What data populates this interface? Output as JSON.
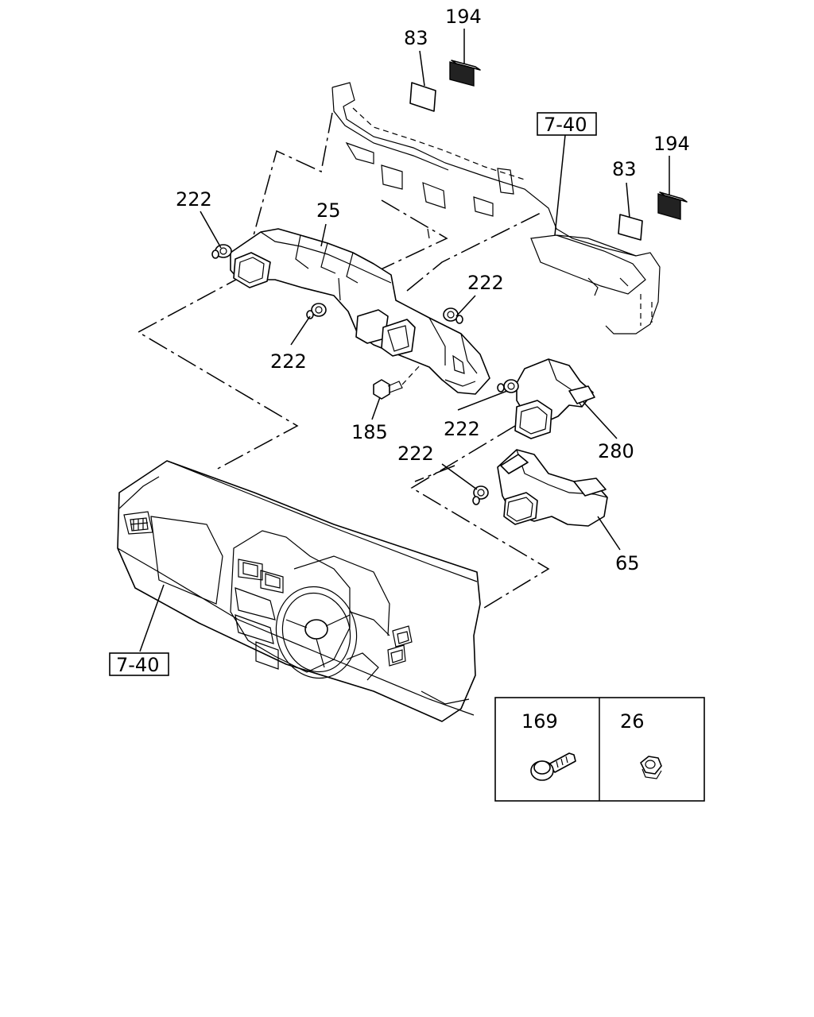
{
  "callouts": {
    "c194_top": "194",
    "c83_top": "83",
    "c7_40_top": "7-40",
    "c194_right": "194",
    "c83_right": "83",
    "c222_left": "222",
    "c25": "25",
    "c222_mid_right": "222",
    "c222_mid": "222",
    "c185": "185",
    "c222_lower": "222",
    "c280": "280",
    "c222_bottom": "222",
    "c65": "65",
    "c7_40_bottom": "7-40"
  },
  "inset": {
    "left_label": "169",
    "right_label": "26"
  }
}
